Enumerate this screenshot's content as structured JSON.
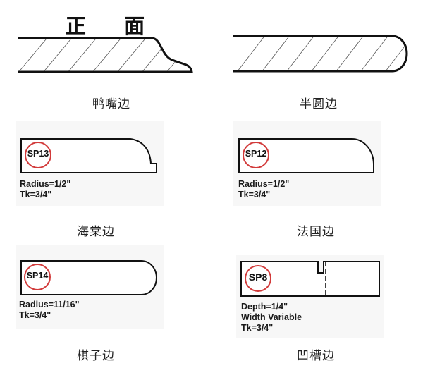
{
  "top": {
    "front_label": "正 面",
    "left_caption": "鸭嘴边",
    "right_caption": "半圆边"
  },
  "profiles": [
    {
      "code": "SP13",
      "specs": [
        "Radius=1/2\"",
        "Tk=3/4\""
      ],
      "caption": "海棠边"
    },
    {
      "code": "SP12",
      "specs": [
        "Radius=1/2\"",
        "Tk=3/4\""
      ],
      "caption": "法国边"
    },
    {
      "code": "SP14",
      "specs": [
        "Radius=11/16\"",
        "Tk=3/4\""
      ],
      "caption": "棋子边"
    },
    {
      "code": "SP8",
      "specs": [
        "Depth=1/4\"",
        "Width Variable",
        "Tk=3/4\""
      ],
      "caption": "凹槽边"
    }
  ],
  "colors": {
    "badge_ring": "#d23a3a",
    "outline": "#111111",
    "hatch": "#555555"
  }
}
